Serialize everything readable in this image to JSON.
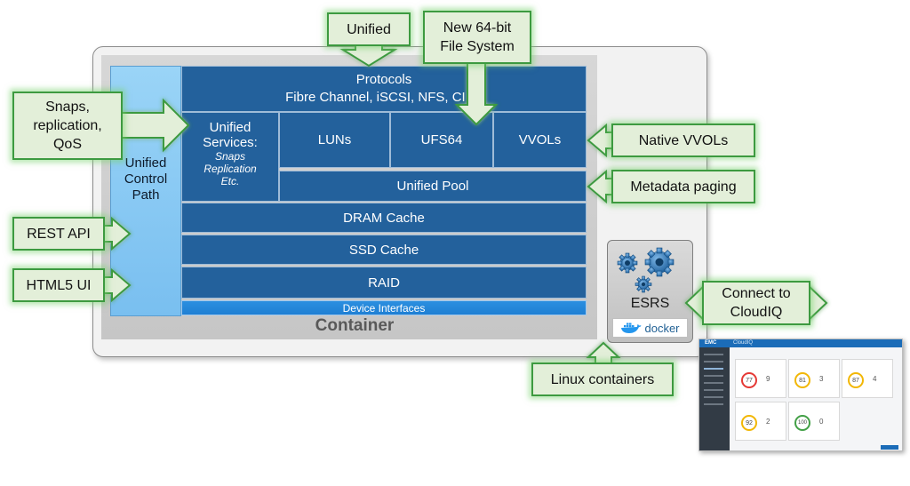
{
  "stack": {
    "protocols_title": "Protocols",
    "protocols_list": "Fibre Channel, iSCSI, NFS, CIFS",
    "unified_services_title": "Unified Services:",
    "unified_services_sub1": "Snaps",
    "unified_services_sub2": "Replication",
    "unified_services_sub3": "Etc.",
    "luns": "LUNs",
    "ufs64": "UFS64",
    "vvols": "VVOLs",
    "unified_pool": "Unified Pool",
    "dram_cache": "DRAM Cache",
    "ssd_cache": "SSD Cache",
    "raid": "RAID",
    "device_interfaces": "Device Interfaces",
    "control_path": "Unified Control Path",
    "container": "Container"
  },
  "esrs": {
    "label": "ESRS",
    "docker": "docker"
  },
  "callouts": {
    "unified": "Unified",
    "new_fs_line1": "New 64-bit",
    "new_fs_line2": "File System",
    "snaps_line1": "Snaps,",
    "snaps_line2": "replication,",
    "snaps_line3": "QoS",
    "rest_api": "REST API",
    "html5_ui": "HTML5 UI",
    "native_vvols": "Native VVOLs",
    "metadata_paging": "Metadata paging",
    "connect_line1": "Connect to",
    "connect_line2": "CloudIQ",
    "linux_containers": "Linux containers"
  },
  "cloudiq": {
    "brand": "EMC",
    "app": "CloudIQ",
    "gauges": [
      {
        "score": "77",
        "count": "9",
        "color": "#e53935"
      },
      {
        "score": "81",
        "count": "3",
        "color": "#f2b705"
      },
      {
        "score": "87",
        "count": "4",
        "color": "#f2b705"
      },
      {
        "score": "92",
        "count": "2",
        "color": "#f2b705"
      },
      {
        "score": "100",
        "count": "0",
        "color": "#43a047"
      }
    ]
  },
  "colors": {
    "block_blue": "#23619c",
    "control_path_blue": "#79bff0",
    "callout_green": "#3d9a40",
    "callout_fill": "#e3efd9"
  }
}
